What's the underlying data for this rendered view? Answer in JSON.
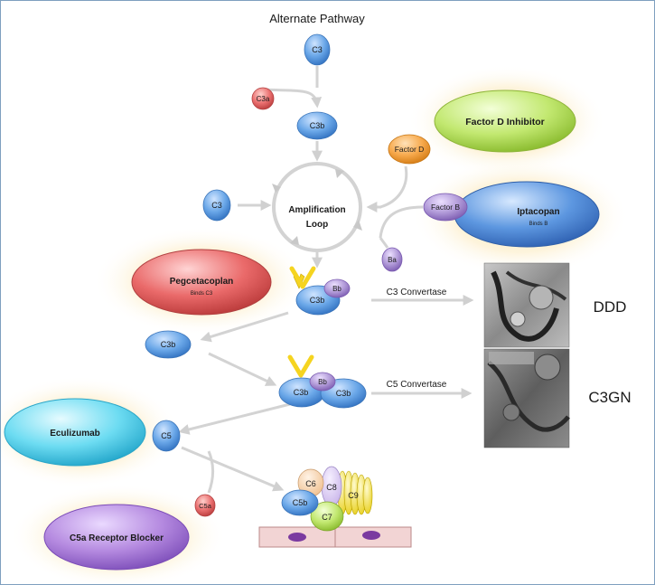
{
  "title": "Alternate Pathway",
  "molecules": {
    "c3_top": "C3",
    "c3a": "C3a",
    "c3b_top": "C3b",
    "factor_d": "Factor D",
    "c3_left": "C3",
    "factor_b": "Factor B",
    "ba": "Ba",
    "c3b_conv3": "C3b",
    "bb_conv3": "Bb",
    "c3b_free": "C3b",
    "c3b_conv5_left": "C3b",
    "bb_conv5": "Bb",
    "c3b_conv5_right": "C3b",
    "c5": "C5",
    "c5a": "C5a",
    "c6": "C6",
    "c8": "C8",
    "c9": "C9",
    "c5b": "C5b",
    "c7": "C7"
  },
  "loop": {
    "line1": "Amplification",
    "line2": "Loop"
  },
  "convertases": {
    "c3": "C3 Convertase",
    "c5": "C5 Convertase"
  },
  "drugs": {
    "factor_d_inhibitor": {
      "name": "Factor D Inhibitor",
      "sub": ""
    },
    "iptacopan": {
      "name": "Iptacopan",
      "sub": "Binds B"
    },
    "pegcetacoplan": {
      "name": "Pegcetacoplan",
      "sub": "Binds C3"
    },
    "eculizumab": {
      "name": "Eculizumab",
      "sub": ""
    },
    "c5a_receptor_blocker": {
      "name": "C5a Receptor Blocker",
      "sub": ""
    }
  },
  "diseases": {
    "ddd": "DDD",
    "c3gn": "C3GN"
  },
  "colors": {
    "blue": "#5b9bd5",
    "red": "#e06666",
    "orange": "#f5a142",
    "purple": "#a58bd0",
    "green": "#b5e05a",
    "cyan": "#5fd3ec",
    "yellow": "#f4e84a",
    "peach": "#f7d3ad",
    "membrane": "#f2d4d4"
  }
}
